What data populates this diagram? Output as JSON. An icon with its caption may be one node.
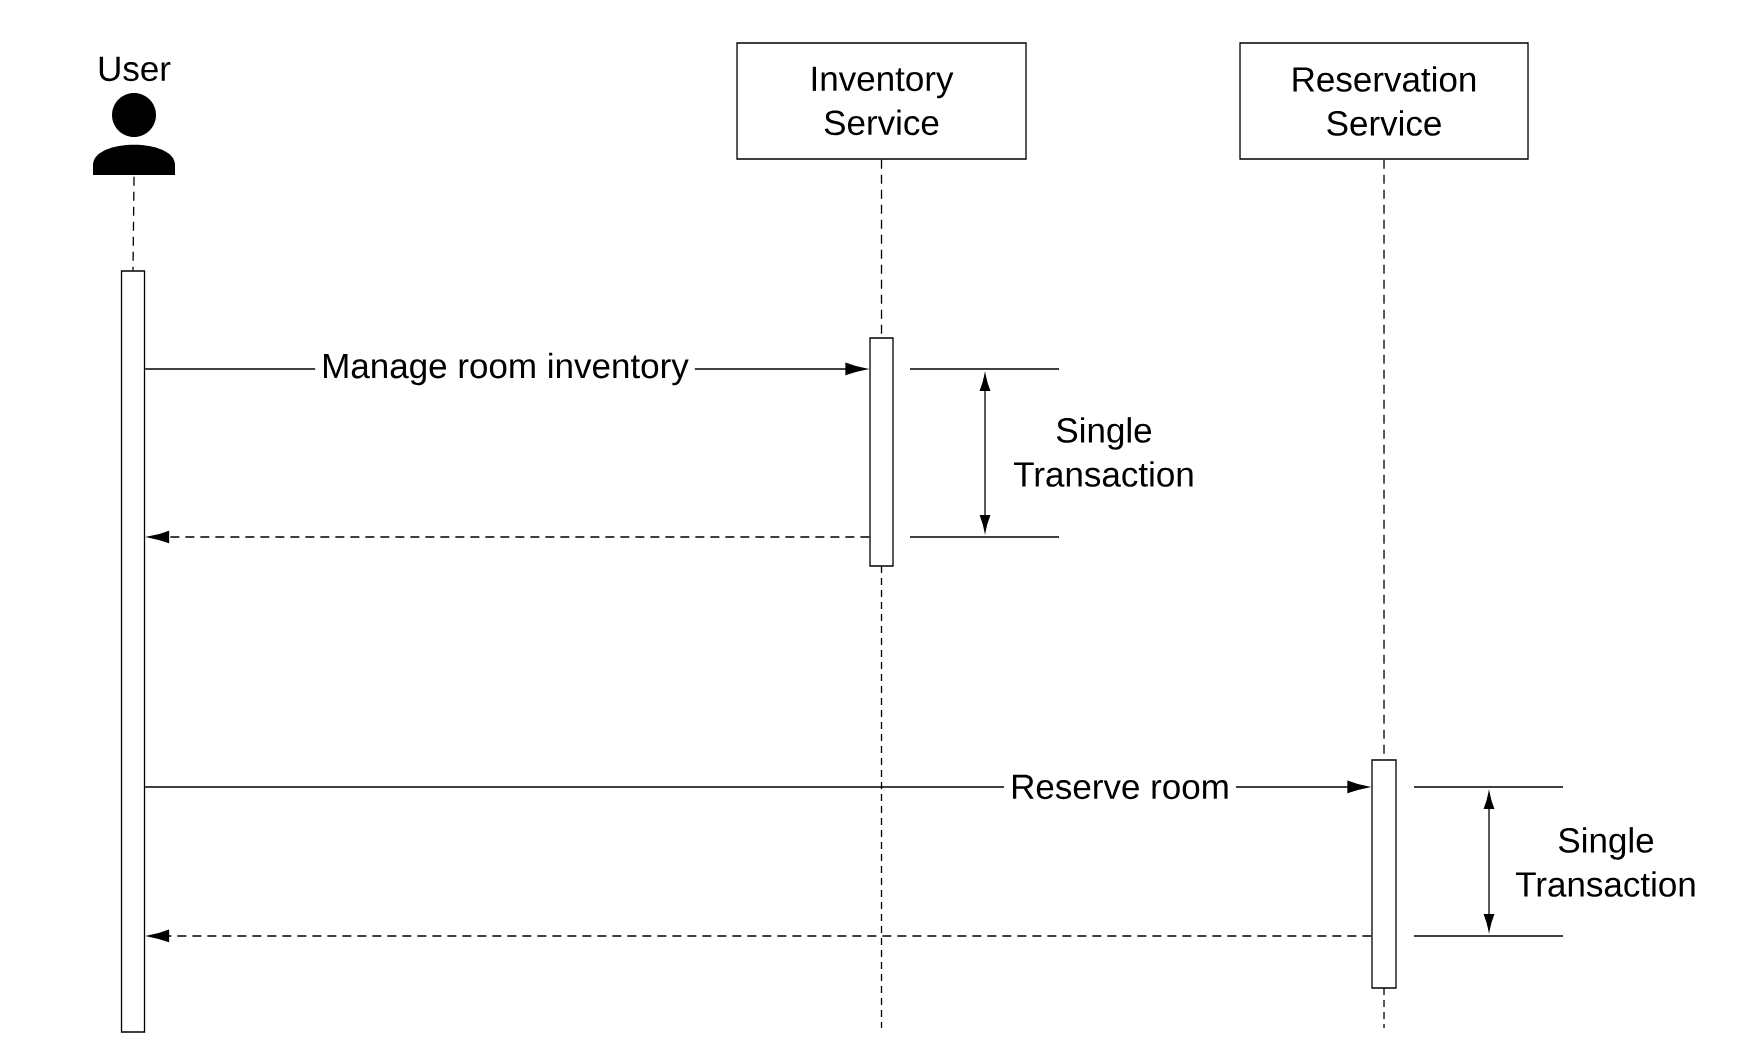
{
  "diagram": {
    "nodes": [
      {
        "text": [
          "User"
        ]
      },
      {
        "text": [
          "Inventory Service"
        ]
      },
      {
        "text": [
          "Reservation Service"
        ]
      },
      {
        "text": [],
        "shape": "bar"
      },
      {
        "text": [],
        "shape": "bar"
      },
      {
        "text": [],
        "shape": "bar"
      }
    ],
    "edges": [
      {
        "from": 0,
        "to": 3,
        "arrow": "none",
        "style": "dashed"
      },
      {
        "from": 1,
        "to": 4,
        "arrow": "none",
        "style": "dashed"
      },
      {
        "from": 2,
        "to": 5,
        "arrow": "none",
        "style": "dashed"
      },
      {
        "from": 3,
        "to": 4,
        "arrow": "to",
        "label": "Manage room inventory"
      },
      {
        "from": 4,
        "to": 3,
        "arrow": "to",
        "style": "dashed"
      },
      {
        "from": 3,
        "to": 5,
        "arrow": "to",
        "label": "Reserve room"
      },
      {
        "from": 5,
        "to": 3,
        "arrow": "to",
        "style": "dashed"
      }
    ],
    "labels": [
      "Single Transaction",
      "Single Transaction"
    ]
  }
}
